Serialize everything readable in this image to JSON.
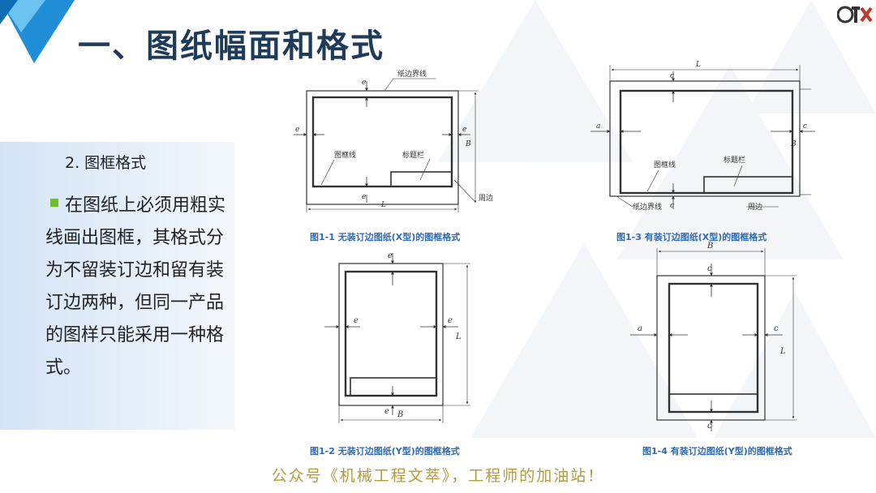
{
  "slide": {
    "title": "一、图纸幅面和格式",
    "section_heading": "2. 图框格式",
    "body": "在图纸上必须用粗实线画出图框，其格式分为不留装订边和留有装订边两种，但同一产品的图样只能采用一种格式。",
    "accent_color": "#1f8ed6",
    "bullet_color": "#6fbf2a",
    "footer": "公众号《机械工程文萃》，工程师的加油站！"
  },
  "figures": [
    {
      "caption": "图1-1  无装订边图纸(X型)的图框格式",
      "labels": {
        "paper_edge": "纸边界线",
        "frame_line": "图框线",
        "title_block": "标题栏",
        "border": "周边",
        "e": "e",
        "L": "L",
        "B": "B"
      }
    },
    {
      "caption": "图1-2  无装订边图纸(Y型)的图框格式",
      "labels": {
        "e": "e",
        "L": "L",
        "B": "B"
      }
    },
    {
      "caption": "图1-3  有装订边图纸(X型)的图框格式",
      "labels": {
        "paper_edge": "纸边界线",
        "frame_line": "图框线",
        "title_block": "标题栏",
        "border": "周边",
        "a": "a",
        "c": "c",
        "L": "L",
        "B": "B"
      }
    },
    {
      "caption": "图1-4  有装订边图纸(Y型)的图框格式",
      "labels": {
        "a": "a",
        "c": "c",
        "L": "L",
        "B": "B"
      }
    }
  ]
}
